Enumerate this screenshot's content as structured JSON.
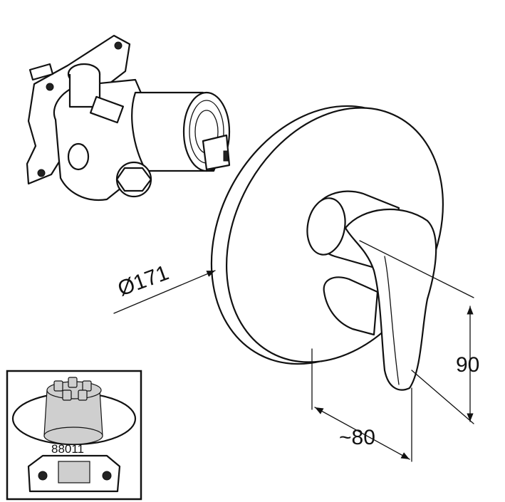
{
  "dimensions": {
    "diameter": "Ø171",
    "height": "90",
    "depth": "~80"
  },
  "inset": {
    "part_number": "88011"
  }
}
